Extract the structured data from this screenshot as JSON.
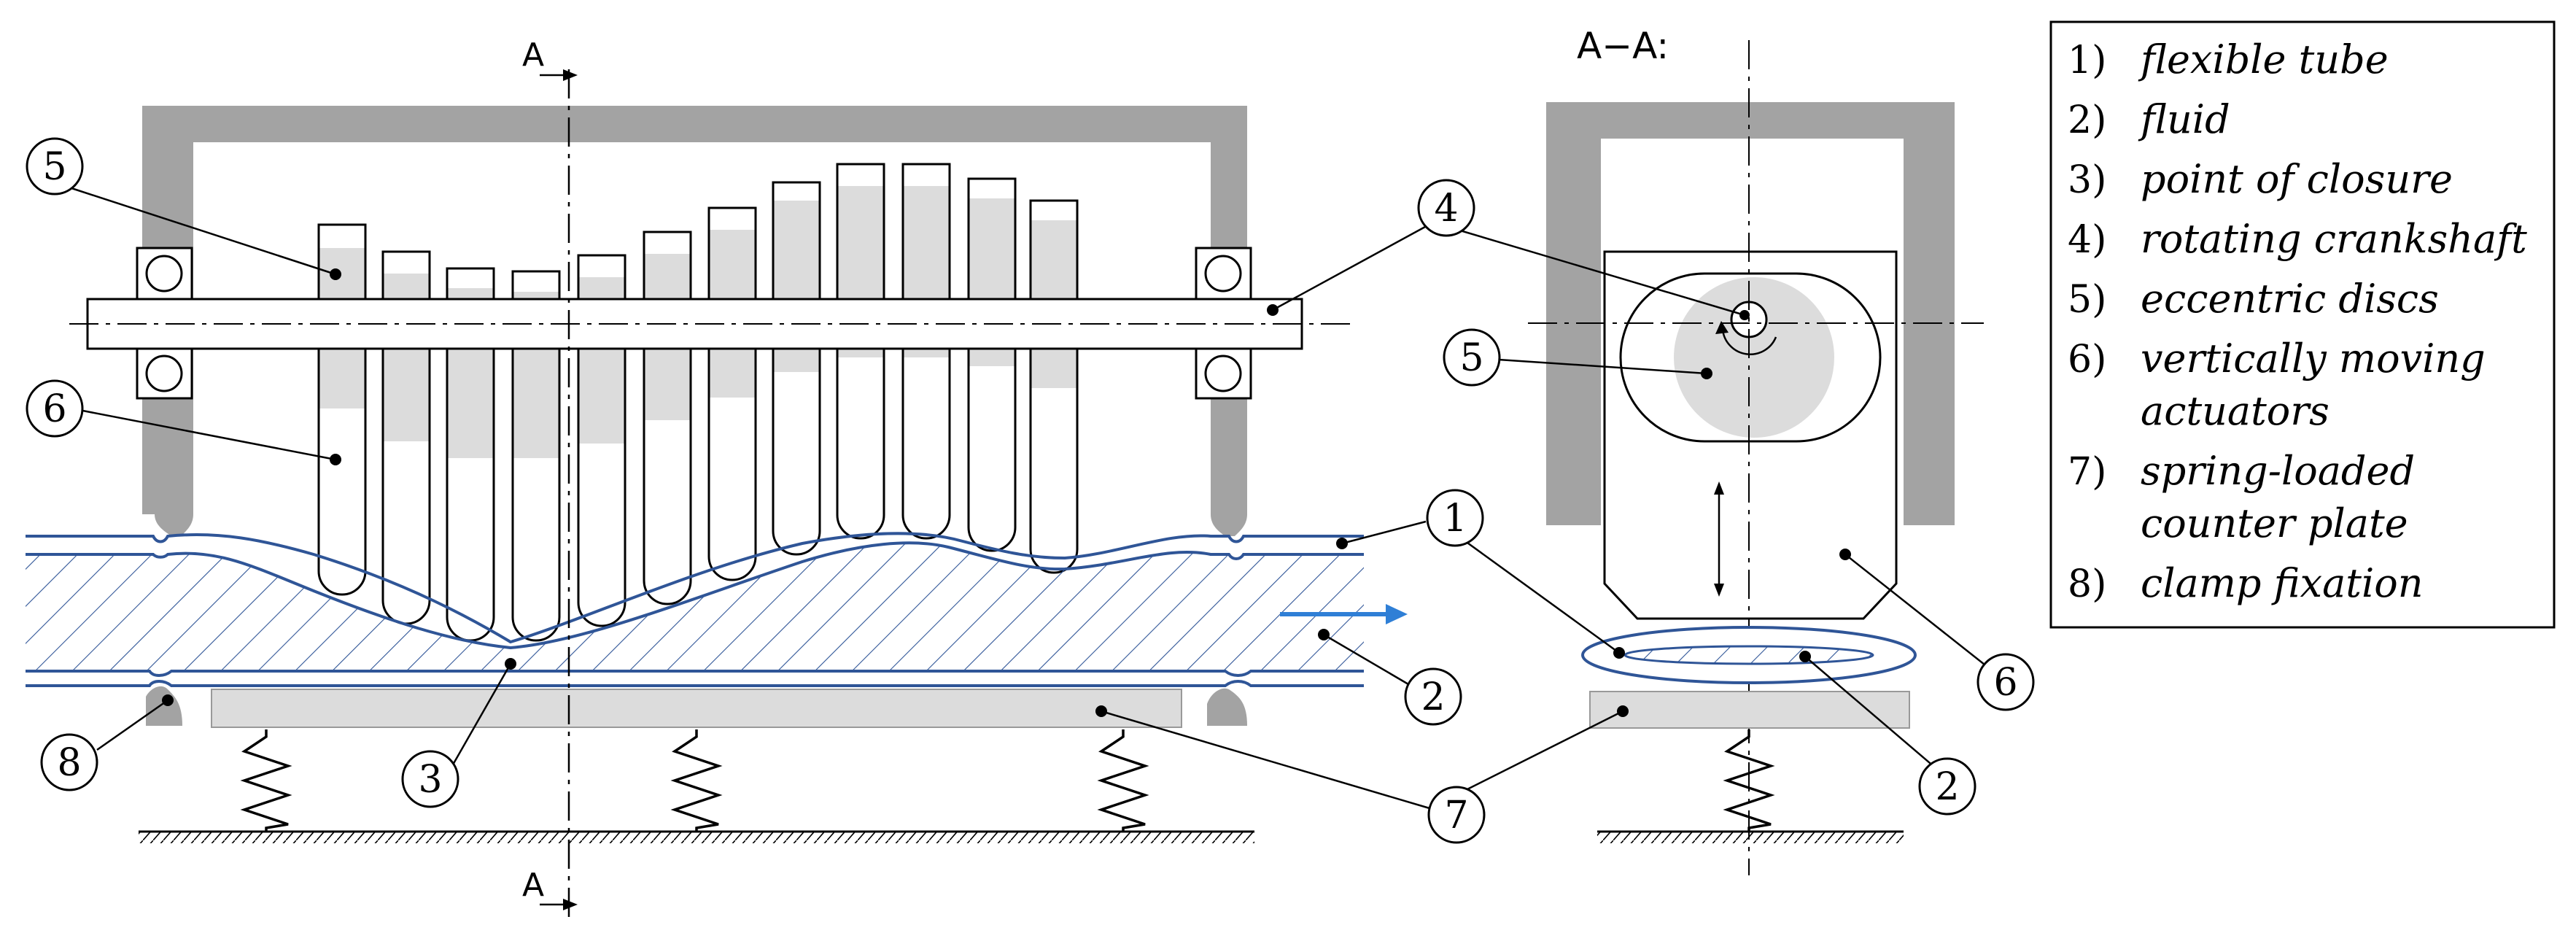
{
  "section_label": "A",
  "section_title": "A−A:",
  "legend": [
    {
      "num": "1)",
      "lines": [
        "flexible tube"
      ]
    },
    {
      "num": "2)",
      "lines": [
        "fluid"
      ]
    },
    {
      "num": "3)",
      "lines": [
        "point of closure"
      ]
    },
    {
      "num": "4)",
      "lines": [
        "rotating crankshaft"
      ]
    },
    {
      "num": "5)",
      "lines": [
        "eccentric discs"
      ]
    },
    {
      "num": "6)",
      "lines": [
        "vertically  moving",
        "actuators"
      ]
    },
    {
      "num": "7)",
      "lines": [
        "spring-loaded",
        "counter plate"
      ]
    },
    {
      "num": "8)",
      "lines": [
        "clamp fixation"
      ]
    }
  ],
  "callouts": [
    "1",
    "2",
    "3",
    "4",
    "5",
    "6",
    "7",
    "8"
  ],
  "colors": {
    "frame": "#a3a3a3",
    "light_fill": "#dcdcdc",
    "tube_blue": "#2f5597",
    "flow_arrow": "#2f7fd6",
    "line": "#000000"
  }
}
